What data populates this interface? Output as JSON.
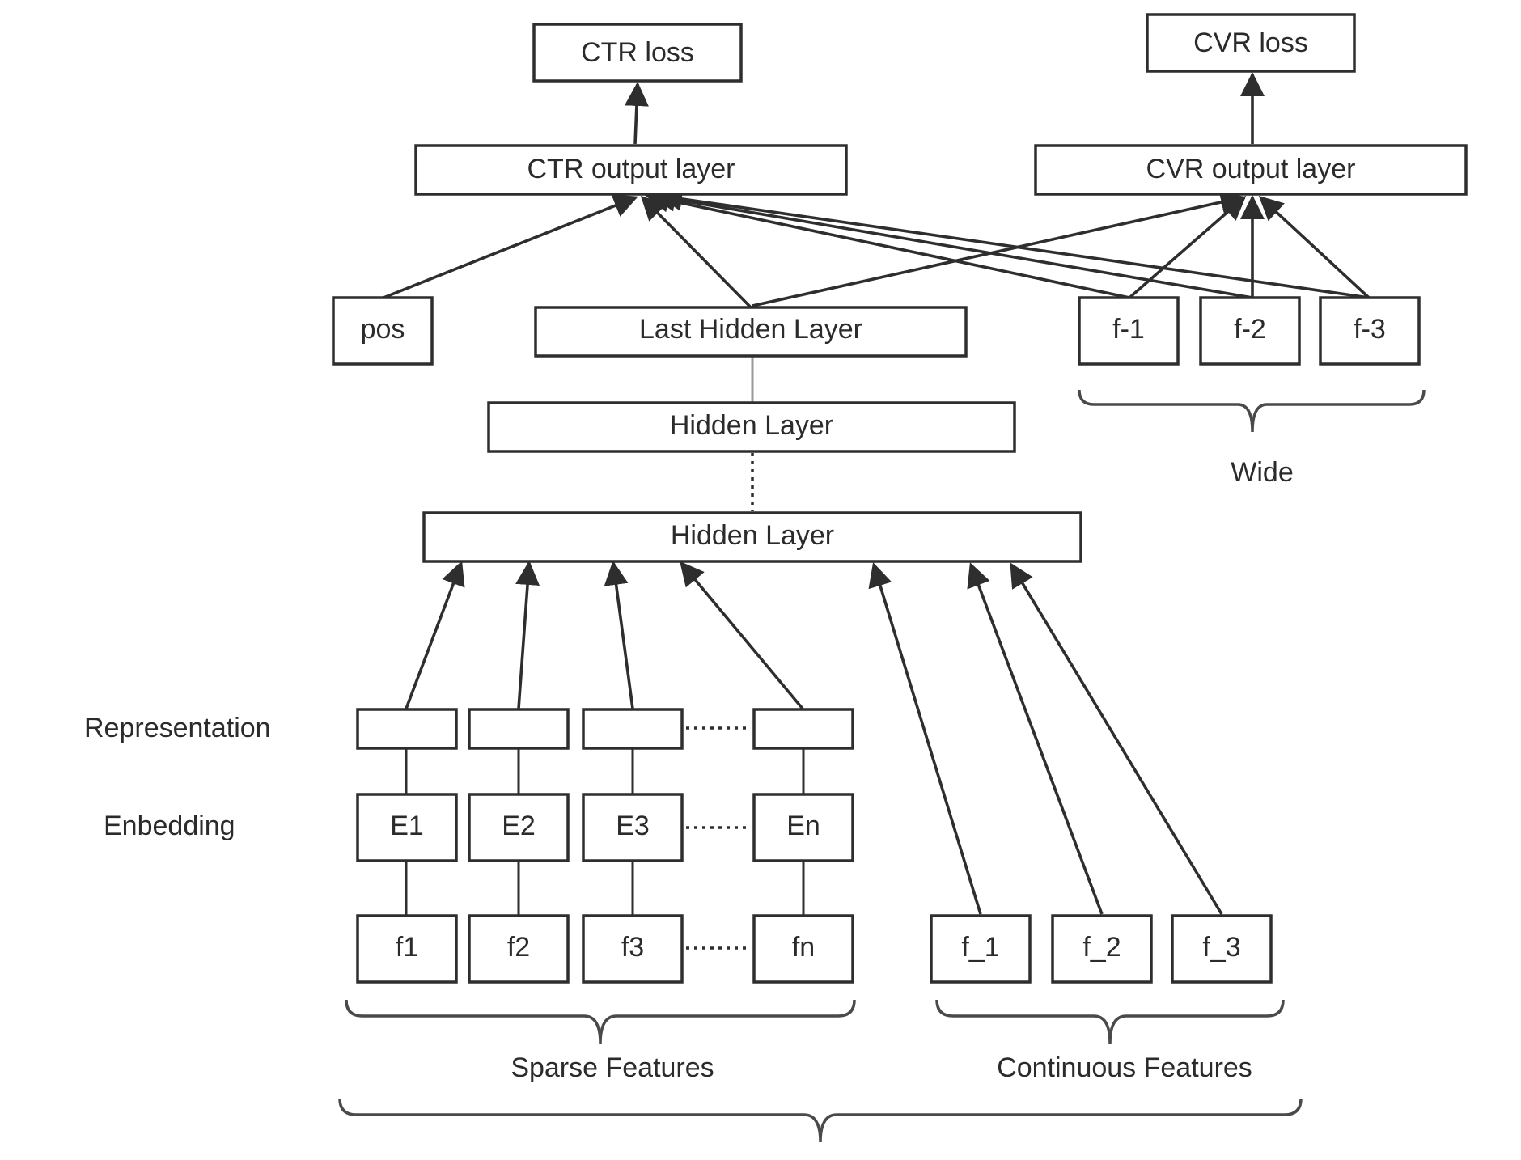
{
  "diagram": {
    "boxes": {
      "ctr_loss": "CTR loss",
      "cvr_loss": "CVR loss",
      "ctr_output": "CTR output layer",
      "cvr_output": "CVR output layer",
      "pos": "pos",
      "last_hidden": "Last Hidden Layer",
      "wide_f1": "f-1",
      "wide_f2": "f-2",
      "wide_f3": "f-3",
      "hidden_upper": "Hidden Layer",
      "hidden_lower": "Hidden Layer",
      "emb_e1": "E1",
      "emb_e2": "E2",
      "emb_e3": "E3",
      "emb_en": "En",
      "sparse_f1": "f1",
      "sparse_f2": "f2",
      "sparse_f3": "f3",
      "sparse_fn": "fn",
      "cont_f1": "f_1",
      "cont_f2": "f_2",
      "cont_f3": "f_3"
    },
    "labels": {
      "representation": "Representation",
      "embedding": "Enbedding",
      "wide": "Wide",
      "sparse_features": "Sparse Features",
      "continuous_features": "Continuous Features"
    }
  }
}
